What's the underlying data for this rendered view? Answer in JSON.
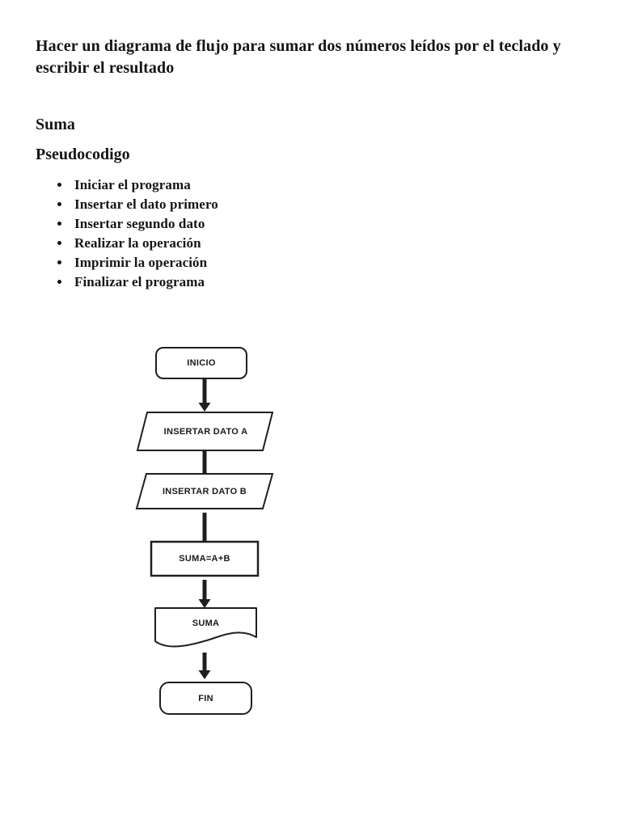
{
  "document": {
    "title": "Hacer un diagrama de flujo para sumar dos números leídos por el teclado y escribir el resultado",
    "section_heading": "Suma",
    "subsection_heading": "Pseudocodigo",
    "pseudocode_steps": [
      "Iniciar el programa",
      "Insertar el dato primero",
      "Insertar segundo dato",
      "Realizar la operación",
      "Imprimir la operación",
      "Finalizar el programa"
    ]
  },
  "flowchart": {
    "nodes": [
      {
        "id": "inicio",
        "shape": "terminator",
        "label": "INICIO"
      },
      {
        "id": "insertar-a",
        "shape": "parallelogram",
        "label": "INSERTAR DATO A"
      },
      {
        "id": "insertar-b",
        "shape": "parallelogram",
        "label": "INSERTAR DATO B"
      },
      {
        "id": "proceso",
        "shape": "rectangle",
        "label": "SUMA=A+B"
      },
      {
        "id": "salida",
        "shape": "document",
        "label": "SUMA"
      },
      {
        "id": "fin",
        "shape": "terminator",
        "label": "FIN"
      }
    ],
    "flow_order": [
      "inicio",
      "insertar-a",
      "insertar-b",
      "proceso",
      "salida",
      "fin"
    ]
  },
  "colors": {
    "ink": "#1f1f1f",
    "paper": "#ffffff"
  }
}
